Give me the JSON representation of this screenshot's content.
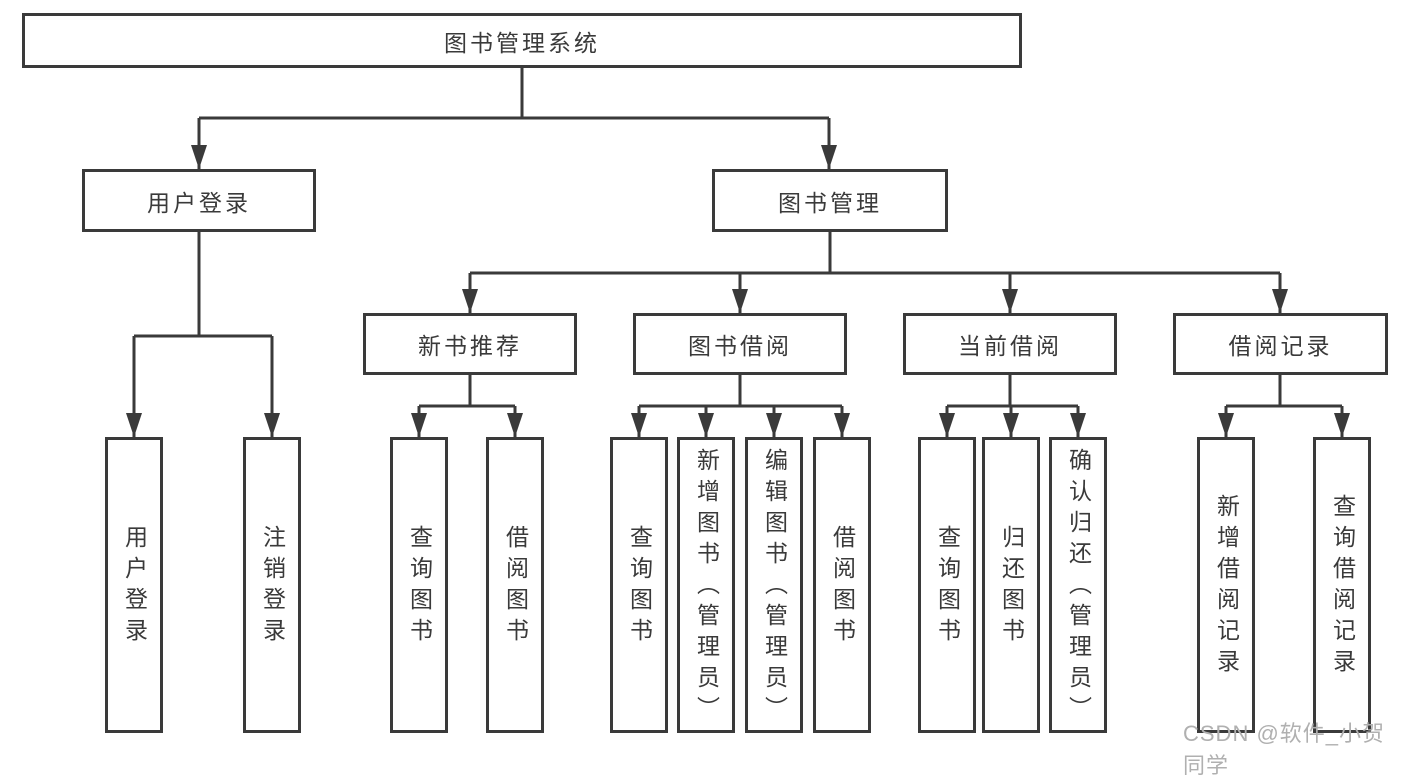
{
  "diagram": {
    "background": "#ffffff",
    "line_color": "#3a3a3a",
    "text_color": "#3a3a3a",
    "watermark": {
      "text": "CSDN @软件_小贺同学",
      "color": "#b0b0b0"
    },
    "tree": {
      "root": {
        "label": "图书管理系统",
        "children": [
          {
            "label": "用户登录",
            "children": [
              {
                "label": "用户登录"
              },
              {
                "label": "注销登录"
              }
            ]
          },
          {
            "label": "图书管理",
            "children": [
              {
                "label": "新书推荐",
                "children": [
                  {
                    "label": "查询图书"
                  },
                  {
                    "label": "借阅图书"
                  }
                ]
              },
              {
                "label": "图书借阅",
                "children": [
                  {
                    "label": "查询图书"
                  },
                  {
                    "label": "新增图书（管理员）"
                  },
                  {
                    "label": "编辑图书（管理员）"
                  },
                  {
                    "label": "借阅图书"
                  }
                ]
              },
              {
                "label": "当前借阅",
                "children": [
                  {
                    "label": "查询图书"
                  },
                  {
                    "label": "归还图书"
                  },
                  {
                    "label": "确认归还（管理员）"
                  }
                ]
              },
              {
                "label": "借阅记录",
                "children": [
                  {
                    "label": "新增借阅记录"
                  },
                  {
                    "label": "查询借阅记录"
                  }
                ]
              }
            ]
          }
        ]
      }
    }
  }
}
